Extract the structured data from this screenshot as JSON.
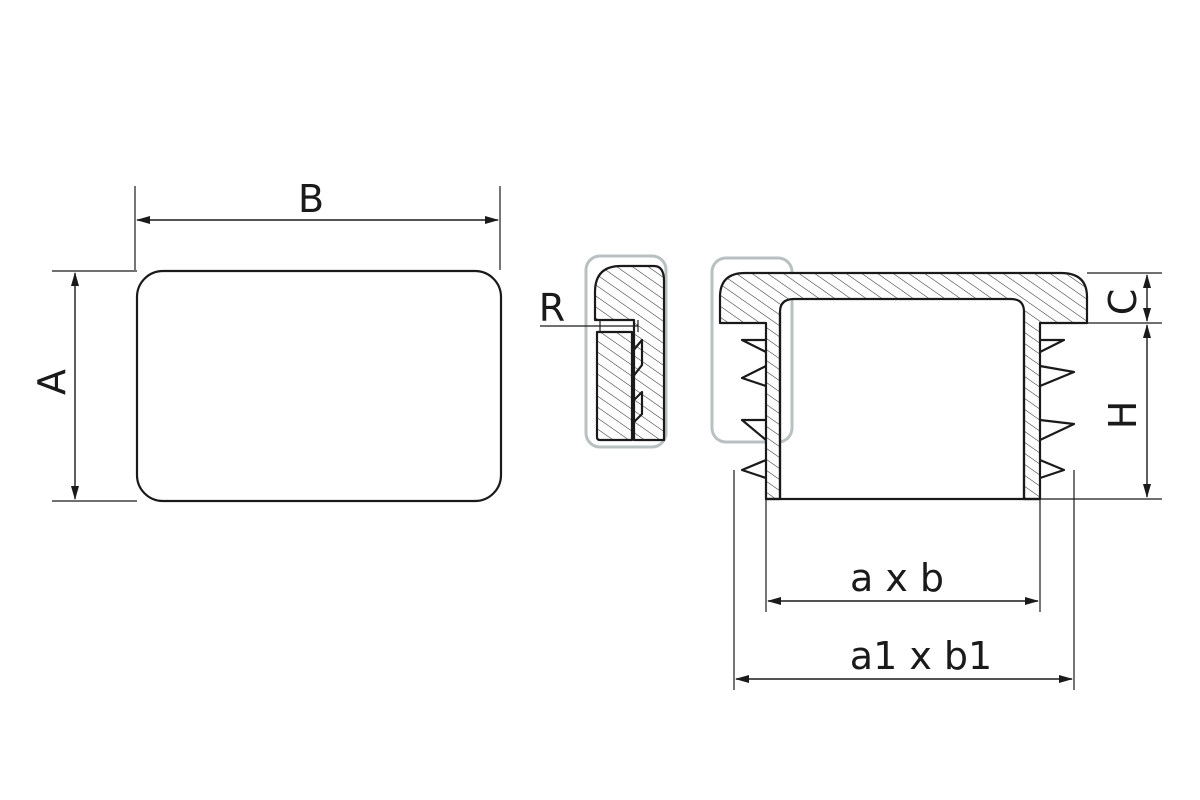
{
  "labels": {
    "width_outer": "B",
    "height_outer": "A",
    "radius": "R",
    "cap_thickness": "C",
    "insert_height": "H",
    "inner_size": "a x b",
    "outer_size": "a1 x b1"
  }
}
